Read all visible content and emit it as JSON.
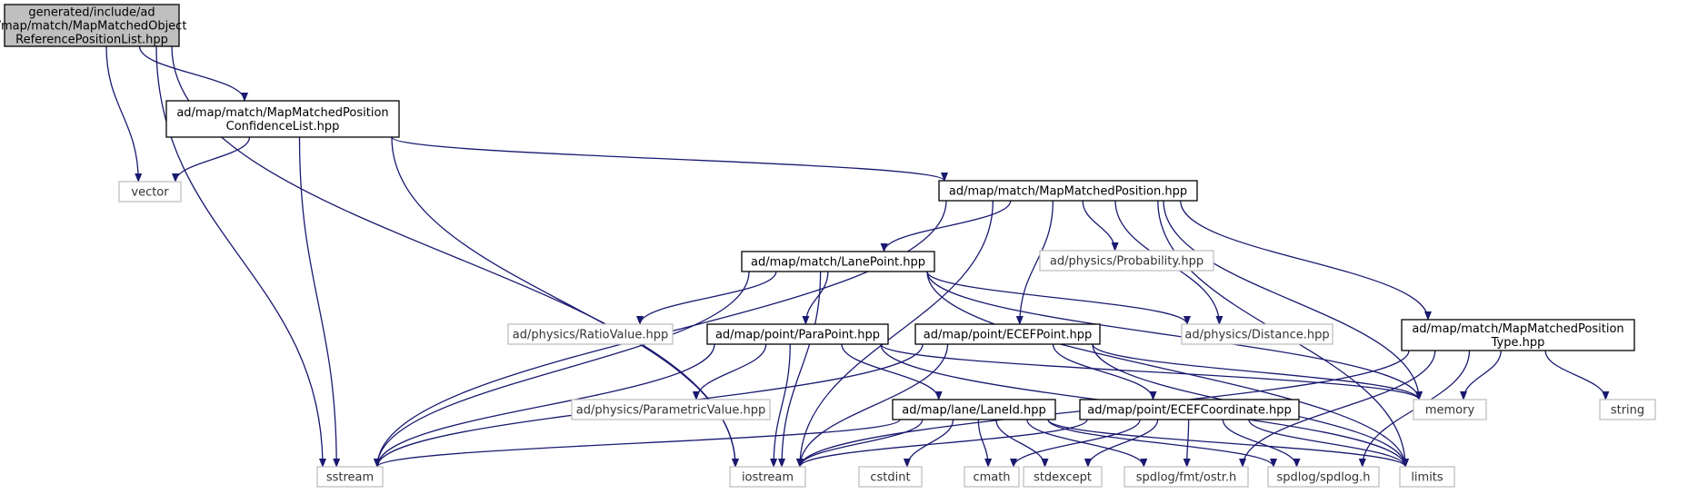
{
  "colors": {
    "edge": "#191970",
    "root_fill": "#bfbfbf",
    "root_border": "#000000",
    "file_border": "#000000",
    "external_border": "#bfbfbf",
    "text": "#000000",
    "external_text": "#333333"
  },
  "nodes": [
    {
      "id": "root",
      "kind": "root",
      "lines": [
        "generated/include/ad",
        "/map/match/MapMatchedObject",
        "ReferencePositionList.hpp"
      ]
    },
    {
      "id": "confidence",
      "kind": "file",
      "lines": [
        "ad/map/match/MapMatchedPosition",
        "ConfidenceList.hpp"
      ]
    },
    {
      "id": "vector",
      "kind": "external",
      "lines": [
        "vector"
      ]
    },
    {
      "id": "mmposition",
      "kind": "file",
      "lines": [
        "ad/map/match/MapMatchedPosition.hpp"
      ]
    },
    {
      "id": "lanepoint",
      "kind": "file",
      "lines": [
        "ad/map/match/LanePoint.hpp"
      ]
    },
    {
      "id": "probability",
      "kind": "external",
      "lines": [
        "ad/physics/Probability.hpp"
      ]
    },
    {
      "id": "ratiovalue",
      "kind": "external",
      "lines": [
        "ad/physics/RatioValue.hpp"
      ]
    },
    {
      "id": "parapoint",
      "kind": "file",
      "lines": [
        "ad/map/point/ParaPoint.hpp"
      ]
    },
    {
      "id": "ecefpoint",
      "kind": "file",
      "lines": [
        "ad/map/point/ECEFPoint.hpp"
      ]
    },
    {
      "id": "distance",
      "kind": "external",
      "lines": [
        "ad/physics/Distance.hpp"
      ]
    },
    {
      "id": "mmptype",
      "kind": "file",
      "lines": [
        "ad/map/match/MapMatchedPosition",
        "Type.hpp"
      ]
    },
    {
      "id": "parametric",
      "kind": "external",
      "lines": [
        "ad/physics/ParametricValue.hpp"
      ]
    },
    {
      "id": "laneid",
      "kind": "file",
      "lines": [
        "ad/map/lane/LaneId.hpp"
      ]
    },
    {
      "id": "ecefcoord",
      "kind": "file",
      "lines": [
        "ad/map/point/ECEFCoordinate.hpp"
      ]
    },
    {
      "id": "memory",
      "kind": "external",
      "lines": [
        "memory"
      ]
    },
    {
      "id": "string",
      "kind": "external",
      "lines": [
        "string"
      ]
    },
    {
      "id": "sstream",
      "kind": "external",
      "lines": [
        "sstream"
      ]
    },
    {
      "id": "iostream",
      "kind": "external",
      "lines": [
        "iostream"
      ]
    },
    {
      "id": "cstdint",
      "kind": "external",
      "lines": [
        "cstdint"
      ]
    },
    {
      "id": "cmath",
      "kind": "external",
      "lines": [
        "cmath"
      ]
    },
    {
      "id": "stdexcept",
      "kind": "external",
      "lines": [
        "stdexcept"
      ]
    },
    {
      "id": "ostr",
      "kind": "external",
      "lines": [
        "spdlog/fmt/ostr.h"
      ]
    },
    {
      "id": "spdlog",
      "kind": "external",
      "lines": [
        "spdlog/spdlog.h"
      ]
    },
    {
      "id": "limits",
      "kind": "external",
      "lines": [
        "limits"
      ]
    }
  ],
  "edges": [
    [
      "root",
      "confidence"
    ],
    [
      "root",
      "vector"
    ],
    [
      "root",
      "sstream"
    ],
    [
      "root",
      "iostream"
    ],
    [
      "confidence",
      "vector"
    ],
    [
      "confidence",
      "mmposition"
    ],
    [
      "confidence",
      "sstream"
    ],
    [
      "confidence",
      "iostream"
    ],
    [
      "mmposition",
      "lanepoint"
    ],
    [
      "mmposition",
      "probability"
    ],
    [
      "mmposition",
      "ecefpoint"
    ],
    [
      "mmposition",
      "distance"
    ],
    [
      "mmposition",
      "mmptype"
    ],
    [
      "mmposition",
      "memory"
    ],
    [
      "mmposition",
      "limits"
    ],
    [
      "mmposition",
      "sstream"
    ],
    [
      "mmposition",
      "iostream"
    ],
    [
      "lanepoint",
      "ratiovalue"
    ],
    [
      "lanepoint",
      "parapoint"
    ],
    [
      "lanepoint",
      "distance"
    ],
    [
      "lanepoint",
      "memory"
    ],
    [
      "lanepoint",
      "limits"
    ],
    [
      "lanepoint",
      "sstream"
    ],
    [
      "lanepoint",
      "iostream"
    ],
    [
      "parapoint",
      "parametric"
    ],
    [
      "parapoint",
      "laneid"
    ],
    [
      "parapoint",
      "memory"
    ],
    [
      "parapoint",
      "limits"
    ],
    [
      "parapoint",
      "sstream"
    ],
    [
      "parapoint",
      "iostream"
    ],
    [
      "ecefpoint",
      "ecefcoord"
    ],
    [
      "ecefpoint",
      "memory"
    ],
    [
      "ecefpoint",
      "limits"
    ],
    [
      "ecefpoint",
      "sstream"
    ],
    [
      "ecefpoint",
      "iostream"
    ],
    [
      "mmptype",
      "memory"
    ],
    [
      "mmptype",
      "string"
    ],
    [
      "mmptype",
      "ostr"
    ],
    [
      "mmptype",
      "spdlog"
    ],
    [
      "mmptype",
      "iostream"
    ],
    [
      "laneid",
      "sstream"
    ],
    [
      "laneid",
      "iostream"
    ],
    [
      "laneid",
      "cstdint"
    ],
    [
      "laneid",
      "cmath"
    ],
    [
      "laneid",
      "stdexcept"
    ],
    [
      "laneid",
      "ostr"
    ],
    [
      "laneid",
      "spdlog"
    ],
    [
      "laneid",
      "limits"
    ],
    [
      "ecefcoord",
      "iostream"
    ],
    [
      "ecefcoord",
      "cmath"
    ],
    [
      "ecefcoord",
      "stdexcept"
    ],
    [
      "ecefcoord",
      "ostr"
    ],
    [
      "ecefcoord",
      "spdlog"
    ],
    [
      "ecefcoord",
      "limits"
    ]
  ]
}
